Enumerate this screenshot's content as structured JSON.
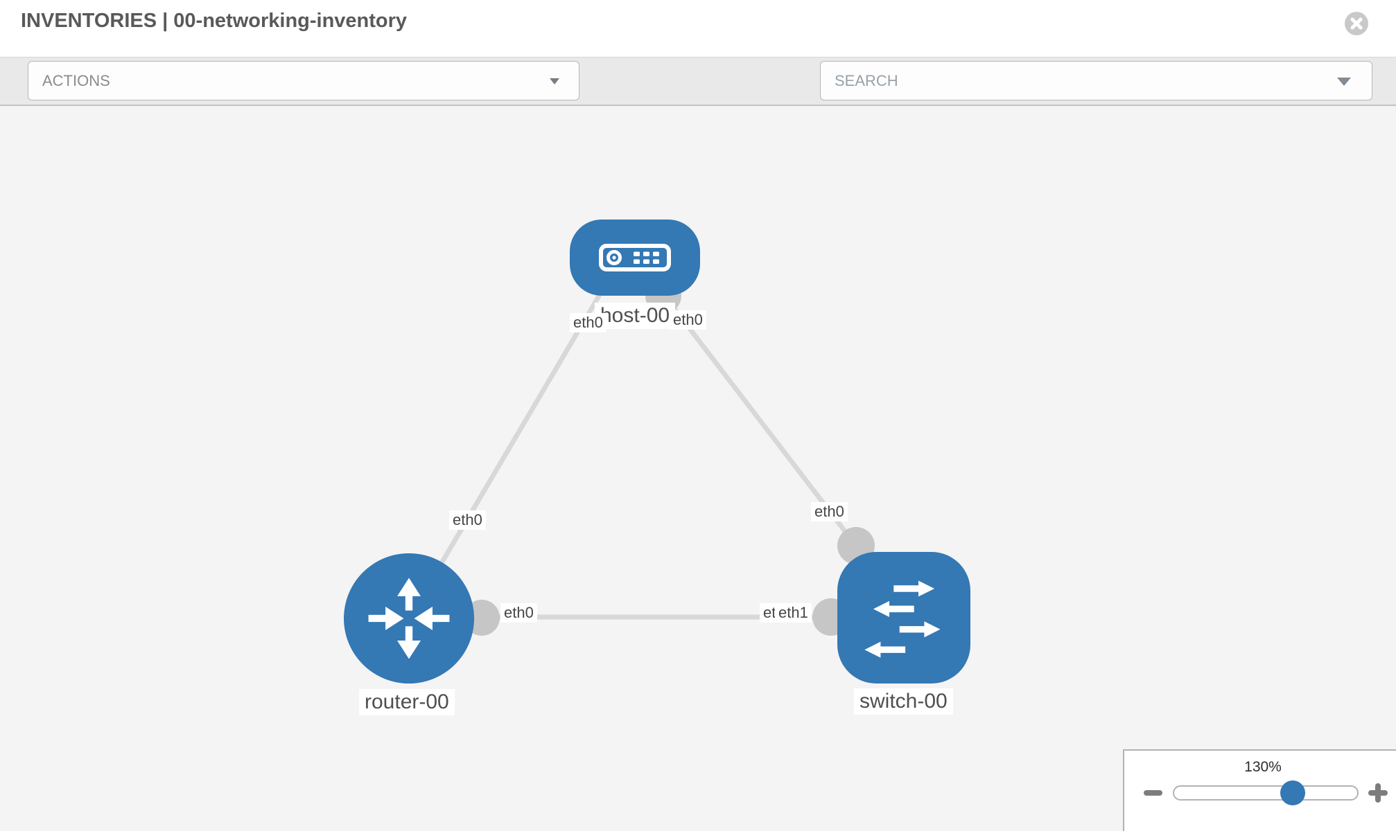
{
  "header": {
    "title": "INVENTORIES | 00-networking-inventory"
  },
  "toolbar": {
    "actions_label": "ACTIONS",
    "search_placeholder": "SEARCH"
  },
  "topology": {
    "nodes": [
      {
        "id": "host-00",
        "type": "host",
        "label": "host-00"
      },
      {
        "id": "router-00",
        "type": "router",
        "label": "router-00"
      },
      {
        "id": "switch-00",
        "type": "switch",
        "label": "switch-00"
      }
    ],
    "links": [
      {
        "from": "router-00",
        "to": "host-00",
        "from_interface": "eth0",
        "to_interface": "eth0"
      },
      {
        "from": "host-00",
        "to": "switch-00",
        "from_interface": "eth0",
        "to_interface": "eth0"
      },
      {
        "from": "router-00",
        "to": "switch-00",
        "from_interface": "eth0",
        "to_interface": "eth1"
      }
    ],
    "port_labels": {
      "host_to_router": "eth0",
      "host_to_switch": "eth0",
      "router_to_host": "eth0",
      "switch_to_host": "eth0",
      "router_to_switch": "eth0",
      "switch_to_router_under": "eth0",
      "switch_to_router": "eth1"
    }
  },
  "zoom_control": {
    "level": "130%"
  },
  "colors": {
    "node_blue": "#3478b4",
    "link_gray": "#d8d8d8",
    "connector_gray": "#c6c6c6",
    "canvas_bg": "#f4f4f4"
  }
}
